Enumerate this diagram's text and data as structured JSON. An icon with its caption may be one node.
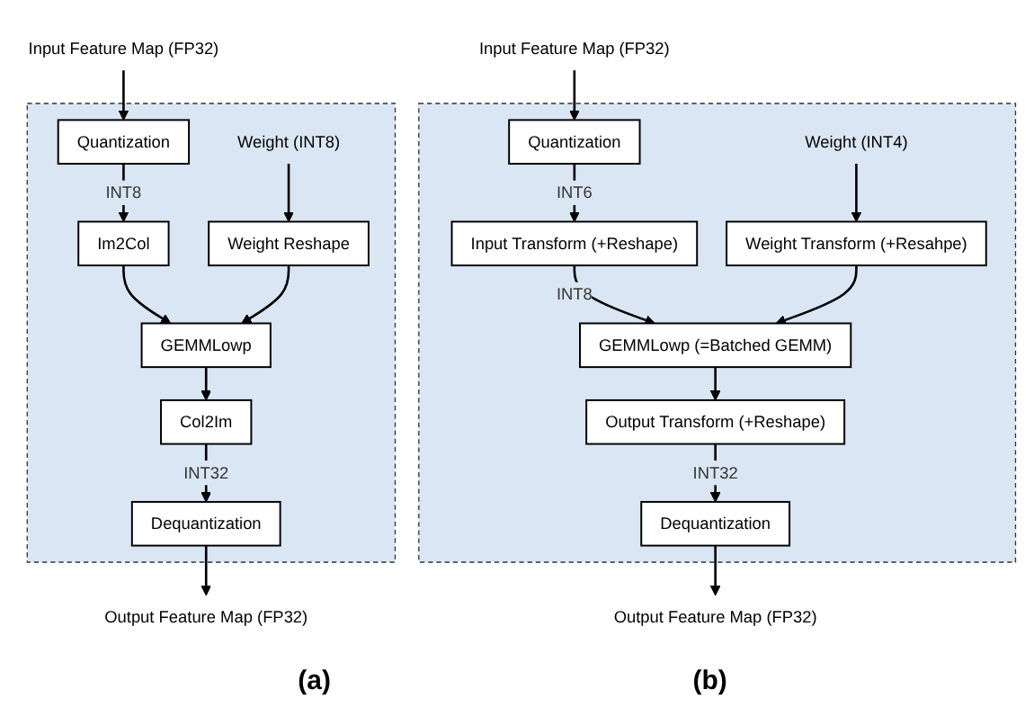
{
  "diagram": {
    "nodes": [
      {
        "text": [],
        "shape": "box"
      },
      {
        "text": [
          "Input Feature Map (FP32)"
        ]
      },
      {
        "text": [
          "Quantization"
        ],
        "in": 0
      },
      {
        "text": [
          "Im2Col"
        ],
        "in": 0
      },
      {
        "text": [
          "Weight (INT8)"
        ],
        "in": 0
      },
      {
        "text": [
          "Weight Reshape"
        ],
        "in": 0
      },
      {
        "text": [
          "GEMMLowp"
        ],
        "in": 0
      },
      {
        "text": [
          "Col2Im"
        ],
        "in": 0
      },
      {
        "text": [
          "Dequantization"
        ],
        "in": 0
      },
      {
        "text": [
          "Output Feature Map (FP32)"
        ]
      },
      {
        "text": [],
        "shape": "box"
      },
      {
        "text": [
          "Input Feature Map (FP32)"
        ]
      },
      {
        "text": [
          "Quantization"
        ],
        "in": 10
      },
      {
        "text": [
          "Weight (INT4)"
        ],
        "in": 10
      },
      {
        "text": [
          "Input Transform (+Reshape)"
        ],
        "in": 10
      },
      {
        "text": [
          "Weight Transform (+Resahpe)"
        ],
        "in": 10
      },
      {
        "text": [
          "GEMMLowp (=Batched GEMM)"
        ],
        "in": 10
      },
      {
        "text": [
          "Output Transform (+Reshape)"
        ],
        "in": 10
      },
      {
        "text": [
          "Dequantization"
        ],
        "in": 10
      },
      {
        "text": [
          "Output Feature Map (FP32)"
        ]
      }
    ],
    "edges": [
      {
        "from": 1,
        "to": 2,
        "arrow": "to"
      },
      {
        "from": 2,
        "to": 3,
        "arrow": "to",
        "label": "INT8"
      },
      {
        "from": 4,
        "to": 5,
        "arrow": "to"
      },
      {
        "from": 3,
        "to": 6,
        "arrow": "to"
      },
      {
        "from": 5,
        "to": 6,
        "arrow": "to"
      },
      {
        "from": 6,
        "to": 7,
        "arrow": "to"
      },
      {
        "from": 7,
        "to": 8,
        "arrow": "to",
        "label": "INT32"
      },
      {
        "from": 8,
        "to": 9,
        "arrow": "to"
      },
      {
        "from": 11,
        "to": 12,
        "arrow": "to"
      },
      {
        "from": 12,
        "to": 14,
        "arrow": "to",
        "label": "INT6"
      },
      {
        "from": 13,
        "to": 15,
        "arrow": "to"
      },
      {
        "from": 14,
        "to": 16,
        "arrow": "to",
        "label": "INT8"
      },
      {
        "from": 15,
        "to": 16,
        "arrow": "to"
      },
      {
        "from": 16,
        "to": 17,
        "arrow": "to"
      },
      {
        "from": 17,
        "to": 18,
        "arrow": "to",
        "label": "INT32"
      },
      {
        "from": 18,
        "to": 19,
        "arrow": "to"
      }
    ],
    "labels": [
      "(a)",
      "(b)"
    ]
  }
}
